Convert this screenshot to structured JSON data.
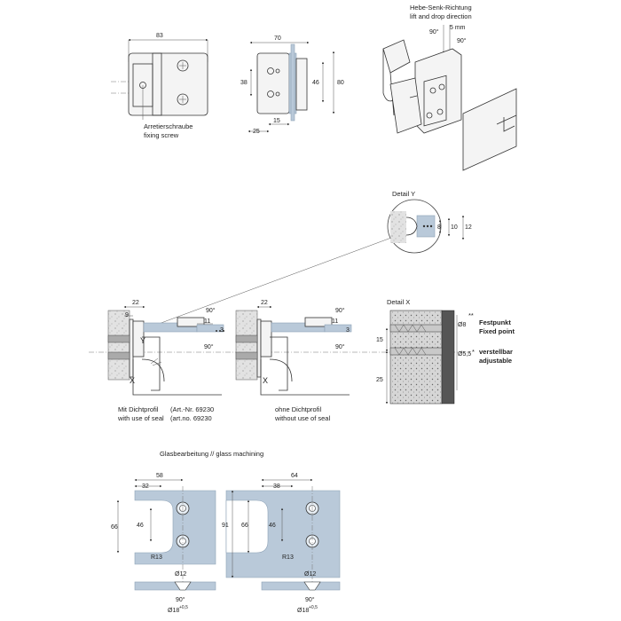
{
  "top_views": {
    "front_width": "83",
    "side_width": "70",
    "side_height": "80",
    "side_hole_spacing": "38",
    "side_inner_height": "46",
    "side_offset_15": "15",
    "side_offset_25": "25",
    "fixing_screw_de": "Arretierschraube",
    "fixing_screw_en": "fixing screw"
  },
  "isometric": {
    "direction_de": "Hebe-Senk-Richtung",
    "direction_en": "lift and drop direction",
    "angle_90": "90°",
    "angle_90b": "90°",
    "lift_5mm": "5 mm"
  },
  "detail_y": {
    "title": "Detail Y",
    "dim_8": "8",
    "dim_10": "10",
    "dim_12": "12"
  },
  "section_with_seal": {
    "dim_22": "22",
    "dim_9": "9",
    "dim_11": "11",
    "dim_3": "3",
    "angle_top": "90°",
    "angle_bottom": "90°",
    "label_x": "X",
    "label_y": "Y",
    "caption_de_a": "Mit Dichtprofil",
    "caption_de_b": "(Art.-Nr. 69230",
    "caption_en_a": "with use of seal",
    "caption_en_b": "(art.no. 69230"
  },
  "section_without_seal": {
    "dim_22": "22",
    "dim_11": "11",
    "dim_3": "3",
    "angle_top": "90°",
    "angle_bottom": "90°",
    "label_x": "X",
    "caption_de": "ohne Dichtprofil",
    "caption_en": "without use of seal"
  },
  "detail_x": {
    "title": "Detail X",
    "dim_15": "15",
    "dim_25": "25",
    "dia_8": "Ø8",
    "dia_55": "Ø5,5",
    "fixed_de": "Festpunkt",
    "fixed_en": "Fixed point",
    "adjustable_de": "verstellbar",
    "adjustable_en": "adjustable",
    "mark_fixed": "**",
    "mark_adjustable": "*"
  },
  "glass_machining": {
    "title": "Glasbearbeitung // glass machining",
    "left": {
      "width_58": "58",
      "width_32": "32",
      "height_66": "66",
      "hole_46": "46",
      "radius": "R13",
      "hole_dia": "Ø12",
      "angle": "90°",
      "countersink": "Ø18",
      "tolerance": "+0,5"
    },
    "right": {
      "width_64": "64",
      "width_38": "38",
      "height_91": "91",
      "height_66": "66",
      "hole_46": "46",
      "radius": "R13",
      "hole_dia": "Ø12",
      "angle": "90°",
      "countersink": "Ø18",
      "tolerance": "+0,5"
    }
  }
}
